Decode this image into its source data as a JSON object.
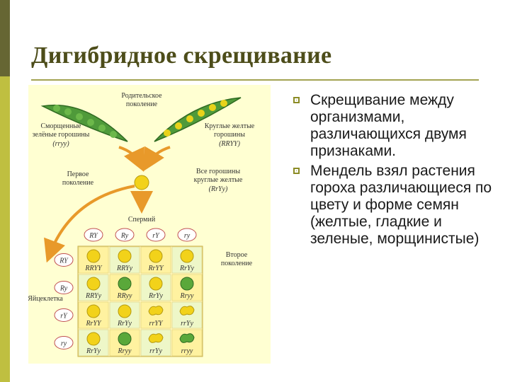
{
  "title": "Дигибридное скрещивание",
  "figure": {
    "parent_generation": [
      "Родительское",
      "поколение"
    ],
    "wrinkled_green": [
      "Сморщенные",
      "зелёные горошины"
    ],
    "wrinkled_green_genotype": "(rryy)",
    "round_yellow": [
      "Круглые желтые",
      "горошины"
    ],
    "round_yellow_genotype": "(RRYY)",
    "first_generation": [
      "Первое",
      "поколение"
    ],
    "all_round_yellow": [
      "Все горошины",
      "круглые желтые"
    ],
    "first_genotype": "(RrYy)",
    "sperm": "Спермий",
    "egg": "Яйцеклетка",
    "second_generation": [
      "Второе",
      "поколение"
    ],
    "gametes": [
      "RY",
      "Ry",
      "rY",
      "ry"
    ],
    "grid": [
      [
        "RRYY",
        "RRYy",
        "RrYY",
        "RrYy"
      ],
      [
        "RRYy",
        "RRyy",
        "RrYy",
        "Rryy"
      ],
      [
        "RrYY",
        "RrYy",
        "rrYY",
        "rrYy"
      ],
      [
        "RrYy",
        "Rryy",
        "rrYy",
        "rryy"
      ]
    ],
    "colors": {
      "yellow": "#f2d21a",
      "green": "#5aa83a",
      "pod": "#4f9a3a",
      "arrow": "#e8992a"
    }
  },
  "bullets": [
    "Скрещивание между организмами, различающихся двумя признаками.",
    "Мендель взял растения гороха различающиеся по цвету и форме семян (желтые, гладкие и зеленые, морщинистые)"
  ]
}
